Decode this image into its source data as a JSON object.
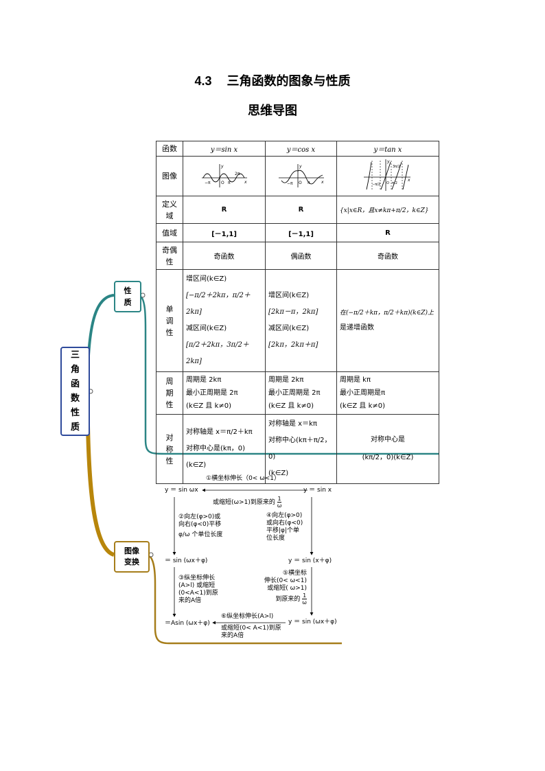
{
  "title": {
    "number": "4.3",
    "text": "三角函数的图象与性质",
    "subtitle": "思维导图"
  },
  "mindmap": {
    "root": "三\n角\n函\n数\n性\n质",
    "branch_props": "性\n质",
    "branch_transform": "图像\n变换"
  },
  "table": {
    "col_header": "函数",
    "functions": [
      "y＝sin x",
      "y＝cos x",
      "y＝tan x"
    ],
    "row_labels": {
      "graph": "图像",
      "domain": "定义\n域",
      "range": "值域",
      "parity": "奇偶\n性",
      "monotonic": "单\n调\n性",
      "period": "周\n期\n性",
      "symmetry": "对\n称\n性"
    },
    "graph_ticks": {
      "sin": [
        "−π",
        "O",
        "π",
        "2π",
        "x",
        "y"
      ],
      "cos": [
        "−π",
        "O",
        "π",
        "x",
        "y"
      ],
      "tan": [
        "−π/2",
        "O",
        "π/2",
        "3π/2",
        "x",
        "y"
      ]
    },
    "domain": [
      "R",
      "R",
      "{x|x∈R，且x≠kπ+π/2，k∈Z}"
    ],
    "range": [
      "[－1,1]",
      "[－1,1]",
      "R"
    ],
    "parity": [
      "奇函数",
      "偶函数",
      "奇函数"
    ],
    "monotonic": {
      "sin": {
        "inc_label": "增区间(k∈Z)",
        "inc": "[−π/2＋2kπ，π/2＋2kπ]",
        "dec_label": "减区间(k∈Z)",
        "dec": "[π/2＋2kπ，3π/2＋2kπ]"
      },
      "cos": {
        "inc_label": "增区间(k∈Z)",
        "inc": "[2kπ－π，2kπ]",
        "dec_label": "减区间(k∈Z)",
        "dec": "[2kπ，2kπ＋π]"
      },
      "tan": {
        "line1": "在(−π/2＋kπ，π/2＋kπ)(k∈Z)上",
        "line2": "是递增函数"
      }
    },
    "period": {
      "sin": [
        "周期是 2kπ",
        "最小正周期是 2π",
        "(k∈Z 且 k≠0)"
      ],
      "cos": [
        "周期是 2kπ",
        "最小正周期是 2π",
        "(k∈Z 且 k≠0)"
      ],
      "tan": [
        "周期是 kπ",
        "最小正周期是π",
        "(k∈Z 且 k≠0)"
      ]
    },
    "symmetry": {
      "sin": [
        "对称轴是 x＝π/2＋kπ",
        "对称中心是(kπ，0)",
        "(k∈Z)"
      ],
      "cos": [
        "对称轴是 x＝kπ",
        "对称中心(kπ＋π/2，0)",
        "(k∈Z)"
      ],
      "tan": [
        "对称中心是",
        "(kπ/2，0)(k∈Z)"
      ]
    }
  },
  "transform": {
    "top_left": "y ＝ sin ωx",
    "top_right": "y ＝ sin x",
    "step1_top": "①横坐标伸长（0< ω<1）",
    "step1_bottom": "或缩短(ω>1)到原来的",
    "step1_frac": {
      "n": "1",
      "d": "ω"
    },
    "step2": [
      "②向左(φ>0)或",
      "向右(φ<0)平移",
      "φ/ω 个单位长度"
    ],
    "step4": [
      "④向左(φ>0)",
      "或向右(φ<0)",
      "平移|φ|个单",
      "位长度"
    ],
    "mid_left": "＝ sin (ωx＋φ)",
    "mid_right": "y ＝ sin (x＋φ)",
    "step3": [
      "③纵坐标伸长",
      "(A>l) 或缩短",
      "(0<A<1)到原",
      "来的A倍"
    ],
    "step5": [
      "⑤横坐标",
      "伸长(0< ω<1)",
      "或缩短( ω>1)",
      "到原来的"
    ],
    "step5_frac": {
      "n": "1",
      "d": "ω"
    },
    "bottom_left": "＝Asin (ωx＋φ)",
    "bottom_right": "y ＝ sin (ωx＋φ)",
    "step6": [
      "⑥纵坐标伸长(A>l)",
      "或缩短(0< A<1)到原",
      "来的A倍"
    ]
  }
}
